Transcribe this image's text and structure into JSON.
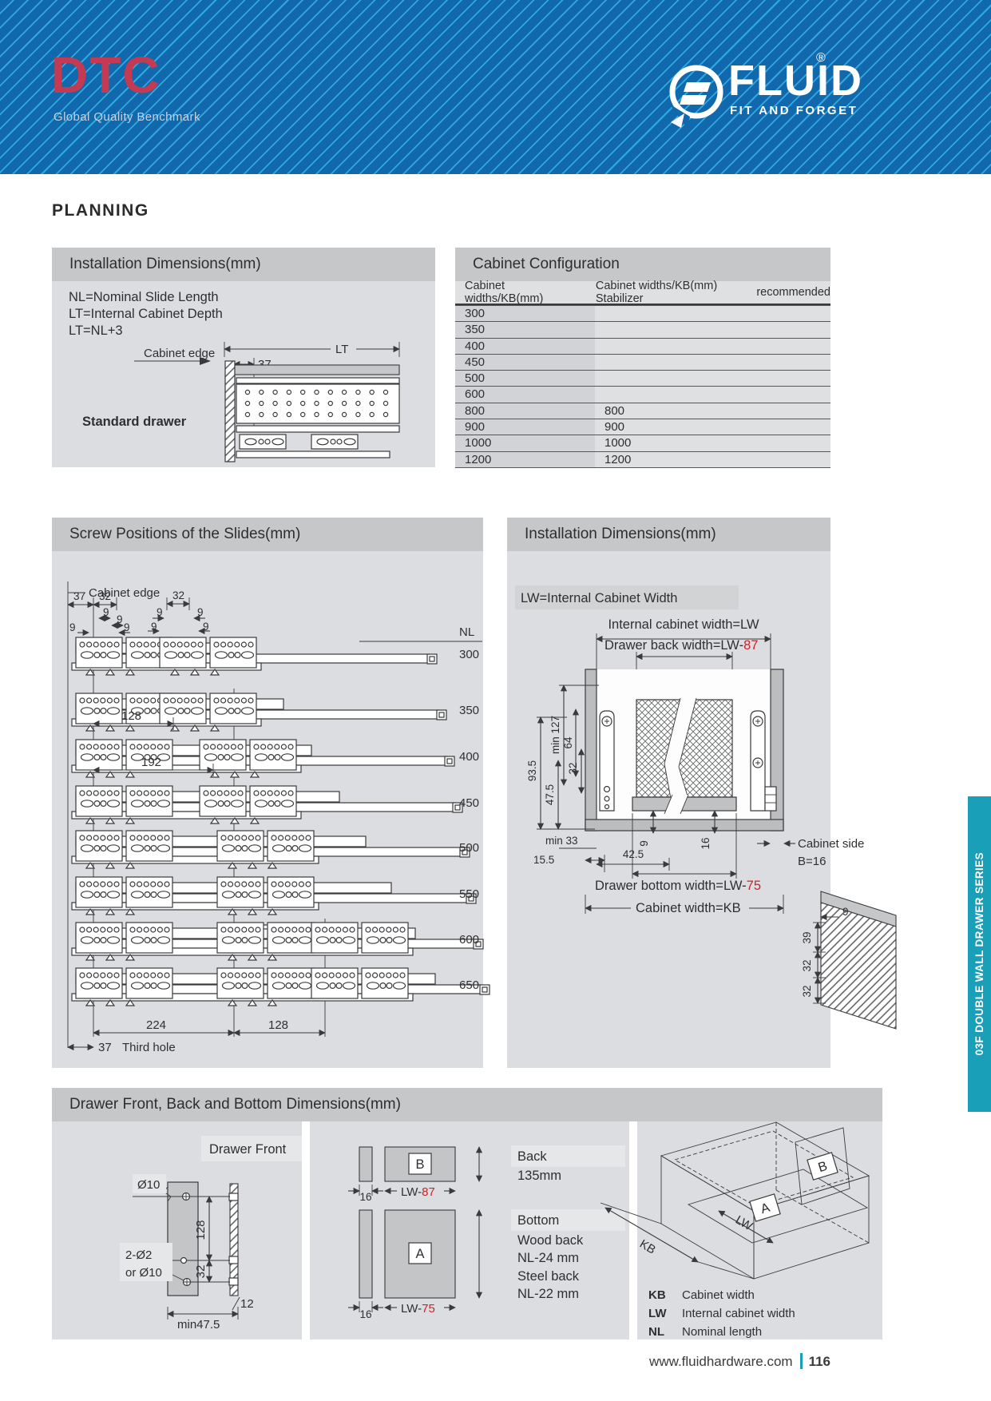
{
  "colors": {
    "brand_blue": "#1168ac",
    "stripe_blue": "#2fa9de",
    "dtc_red": "#c43a53",
    "accent_red": "#cc2328",
    "teal": "#19a0b8",
    "panel_gray": "#dcdde0",
    "title_gray": "#c6c7c9"
  },
  "header": {
    "dtc": "DTC",
    "dtc_tagline": "Global Quality Benchmark",
    "fluid": "FLUID",
    "reg": "®",
    "fluid_tagline": "FIT AND FORGET"
  },
  "page": {
    "heading": "PLANNING",
    "side_tab": "03F DOUBLE WALL DRAWER SERIES",
    "footer_url": "www.fluidhardware.com",
    "footer_page": "116"
  },
  "p1": {
    "title": "Installation Dimensions(mm)",
    "line1": "NL=Nominal Slide Length",
    "line2": "LT=Internal Cabinet Depth",
    "line3": "LT=NL+3",
    "cabinet_edge": "Cabinet edge",
    "lt": "LT",
    "d37": "37",
    "standard_drawer": "Standard drawer"
  },
  "p2": {
    "title": "Cabinet Configuration",
    "col1": "Cabinet widths/KB(mm)",
    "col2": "Cabinet widths/KB(mm) Stabilizer",
    "col3": "recommended",
    "rows": [
      {
        "w": "300",
        "s": ""
      },
      {
        "w": "350",
        "s": ""
      },
      {
        "w": "400",
        "s": ""
      },
      {
        "w": "450",
        "s": ""
      },
      {
        "w": "500",
        "s": ""
      },
      {
        "w": "600",
        "s": ""
      },
      {
        "w": "800",
        "s": "800"
      },
      {
        "w": "900",
        "s": "900"
      },
      {
        "w": "1000",
        "s": "1000"
      },
      {
        "w": "1200",
        "s": "1200"
      }
    ]
  },
  "p3": {
    "title": "Screw Positions of the Slides(mm)",
    "cabinet_edge": "Cabinet edge",
    "d37": "37",
    "d32": "32",
    "d9": "9",
    "nl": "NL",
    "nl_values": [
      "300",
      "350",
      "400",
      "450",
      "500",
      "550",
      "600",
      "650"
    ],
    "d128": "128",
    "d192": "192",
    "d224": "224",
    "d128b": "128",
    "d37b": "37",
    "third_hole": "Third hole"
  },
  "p4": {
    "title": "Installation Dimensions(mm)",
    "subtitle": "LW=Internal Cabinet Width",
    "internal_width": "Internal cabinet width=LW",
    "back_pre": "Drawer back width=LW-",
    "back_red": "87",
    "min127": "min 127",
    "d64": "64",
    "d32": "32",
    "d935": "93.5",
    "d475": "47.5",
    "min33": "min 33",
    "d155": "15.5",
    "d425": "42.5",
    "d9": "9",
    "d16": "16",
    "cab_side1": "Cabinet side",
    "cab_side2": "B=16",
    "bottom_pre": "Drawer bottom width=LW-",
    "bottom_red": "75",
    "cab_width": "Cabinet width=KB",
    "c9": "9",
    "c39": "39",
    "c32a": "32",
    "c32b": "32"
  },
  "p5": {
    "title": "Drawer Front, Back and Bottom Dimensions(mm)",
    "front": {
      "label": "Drawer Front",
      "dia": "Ø10",
      "two1": "2-Ø2",
      "two2": "or Ø10",
      "d128": "128",
      "d32": "32",
      "d12": "12",
      "min475": "min47.5"
    },
    "back": {
      "b": "B",
      "d16": "16",
      "lw_pre": "LW-",
      "lw_red": "87",
      "t1": "Back",
      "t2": "135mm"
    },
    "bottom": {
      "a": "A",
      "d16": "16",
      "lw_pre": "LW-",
      "lw_red": "75",
      "t1": "Bottom",
      "t2": "Wood back",
      "t3": "NL-24 mm",
      "t4": "Steel back",
      "t5": "NL-22 mm"
    },
    "iso": {
      "a": "A",
      "b": "B",
      "lw": "LW",
      "kb": "KB"
    },
    "legend": [
      {
        "k": "KB",
        "v": "Cabinet width"
      },
      {
        "k": "LW",
        "v": "Internal cabinet width"
      },
      {
        "k": "NL",
        "v": "Nominal length"
      }
    ]
  }
}
